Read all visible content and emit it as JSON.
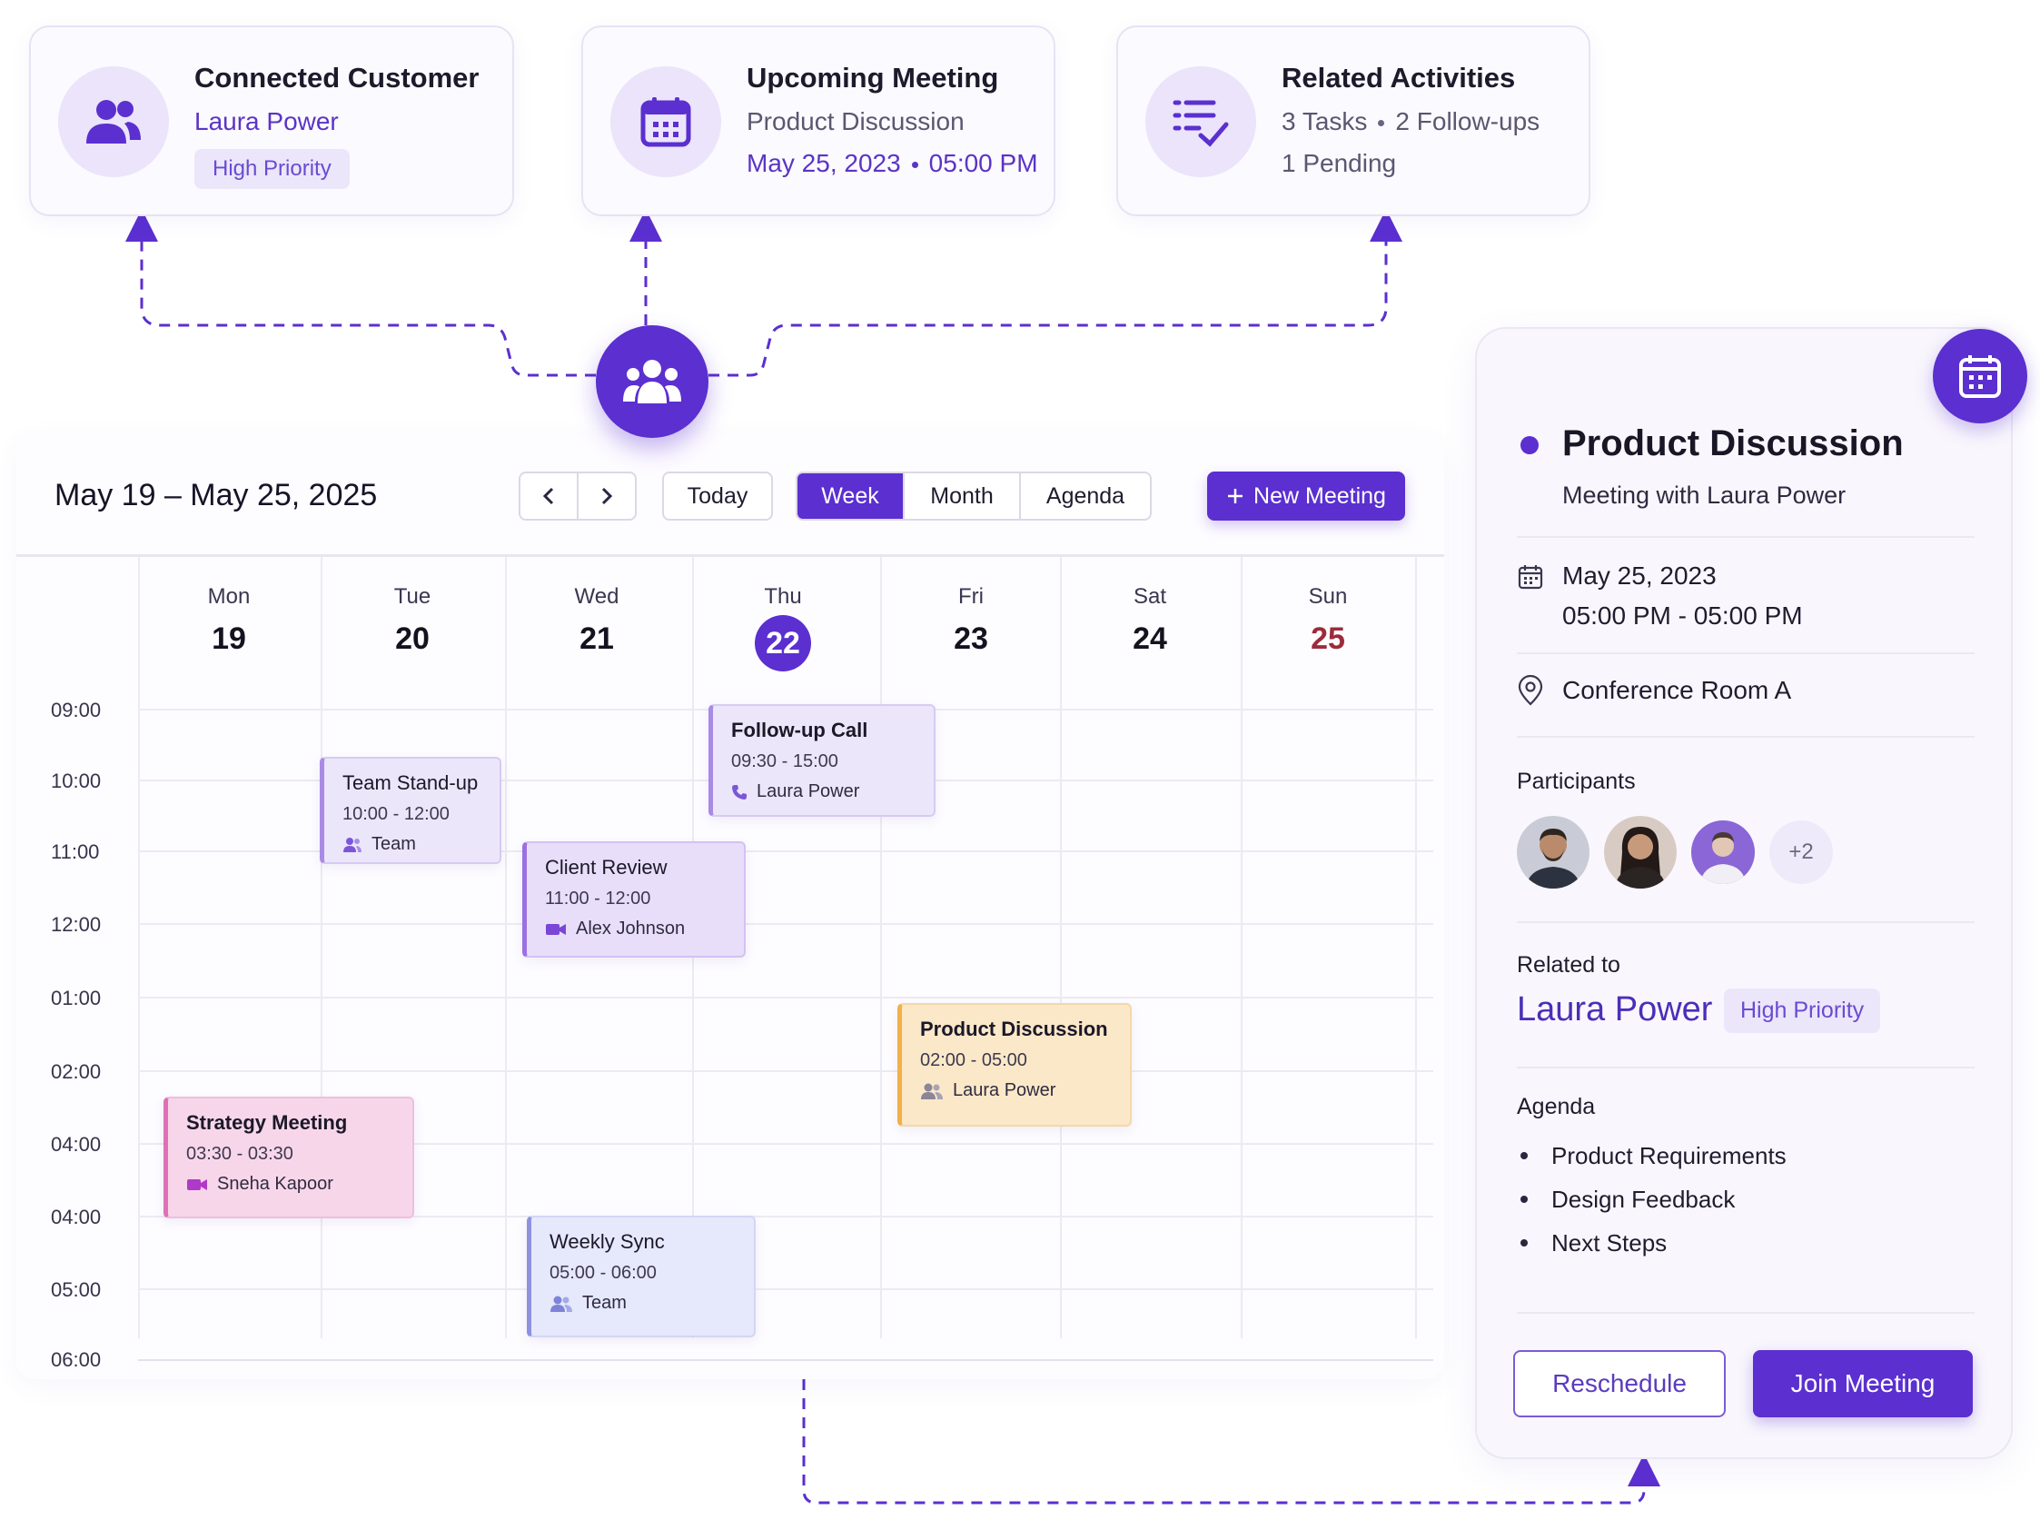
{
  "colors": {
    "accent": "#5b2fd0",
    "accent_light": "#ebe4fb",
    "sunday": "#9c2b3a"
  },
  "cards": {
    "customer": {
      "title": "Connected Customer",
      "name": "Laura Power",
      "badge": "High Priority",
      "icon": "users-icon"
    },
    "meeting": {
      "title": "Upcoming Meeting",
      "subject": "Product Discussion",
      "date": "May 25, 2023",
      "time": "05:00 PM",
      "icon": "calendar-icon"
    },
    "activities": {
      "title": "Related Activities",
      "tasks": "3 Tasks",
      "followups": "2 Follow-ups",
      "pending": "1 Pending",
      "icon": "checklist-icon"
    }
  },
  "calendar": {
    "range": "May 19 – May 25, 2025",
    "today_label": "Today",
    "views": [
      "Week",
      "Month",
      "Agenda"
    ],
    "active_view": "Week",
    "new_meeting_label": "New Meeting",
    "days": [
      {
        "name": "Mon",
        "num": "19"
      },
      {
        "name": "Tue",
        "num": "20"
      },
      {
        "name": "Wed",
        "num": "21"
      },
      {
        "name": "Thu",
        "num": "22",
        "today": true
      },
      {
        "name": "Fri",
        "num": "23"
      },
      {
        "name": "Sat",
        "num": "24"
      },
      {
        "name": "Sun",
        "num": "25"
      }
    ],
    "times": [
      "09:00",
      "10:00",
      "11:00",
      "12:00",
      "01:00",
      "02:00",
      "04:00",
      "04:00",
      "05:00",
      "06:00"
    ],
    "events": [
      {
        "title": "Follow-up Call",
        "time": "09:30 - 15:00",
        "who": "Laura Power",
        "icon": "phone-icon"
      },
      {
        "title": "Team Stand-up",
        "time": "10:00 - 12:00",
        "who": "Team",
        "icon": "users-icon"
      },
      {
        "title": "Client Review",
        "time": "11:00 - 12:00",
        "who": "Alex Johnson",
        "icon": "video-icon"
      },
      {
        "title": "Product Discussion",
        "time": "02:00 - 05:00",
        "who": "Laura Power",
        "icon": "users-icon"
      },
      {
        "title": "Strategy Meeting",
        "time": "03:30 - 03:30",
        "who": "Sneha Kapoor",
        "icon": "video-icon"
      },
      {
        "title": "Weekly Sync",
        "time": "05:00 - 06:00",
        "who": "Team",
        "icon": "users-icon"
      }
    ]
  },
  "details": {
    "title": "Product Discussion",
    "subtitle": "Meeting with Laura Power",
    "date": "May 25, 2023",
    "time": "05:00 PM - 05:00 PM",
    "location": "Conference Room A",
    "participants_label": "Participants",
    "participants_more": "+2",
    "related_label": "Related to",
    "related_name": "Laura Power",
    "related_badge": "High Priority",
    "agenda_label": "Agenda",
    "agenda": [
      "Product Requirements",
      "Design Feedback",
      "Next Steps"
    ],
    "reschedule_label": "Reschedule",
    "join_label": "Join Meeting"
  }
}
